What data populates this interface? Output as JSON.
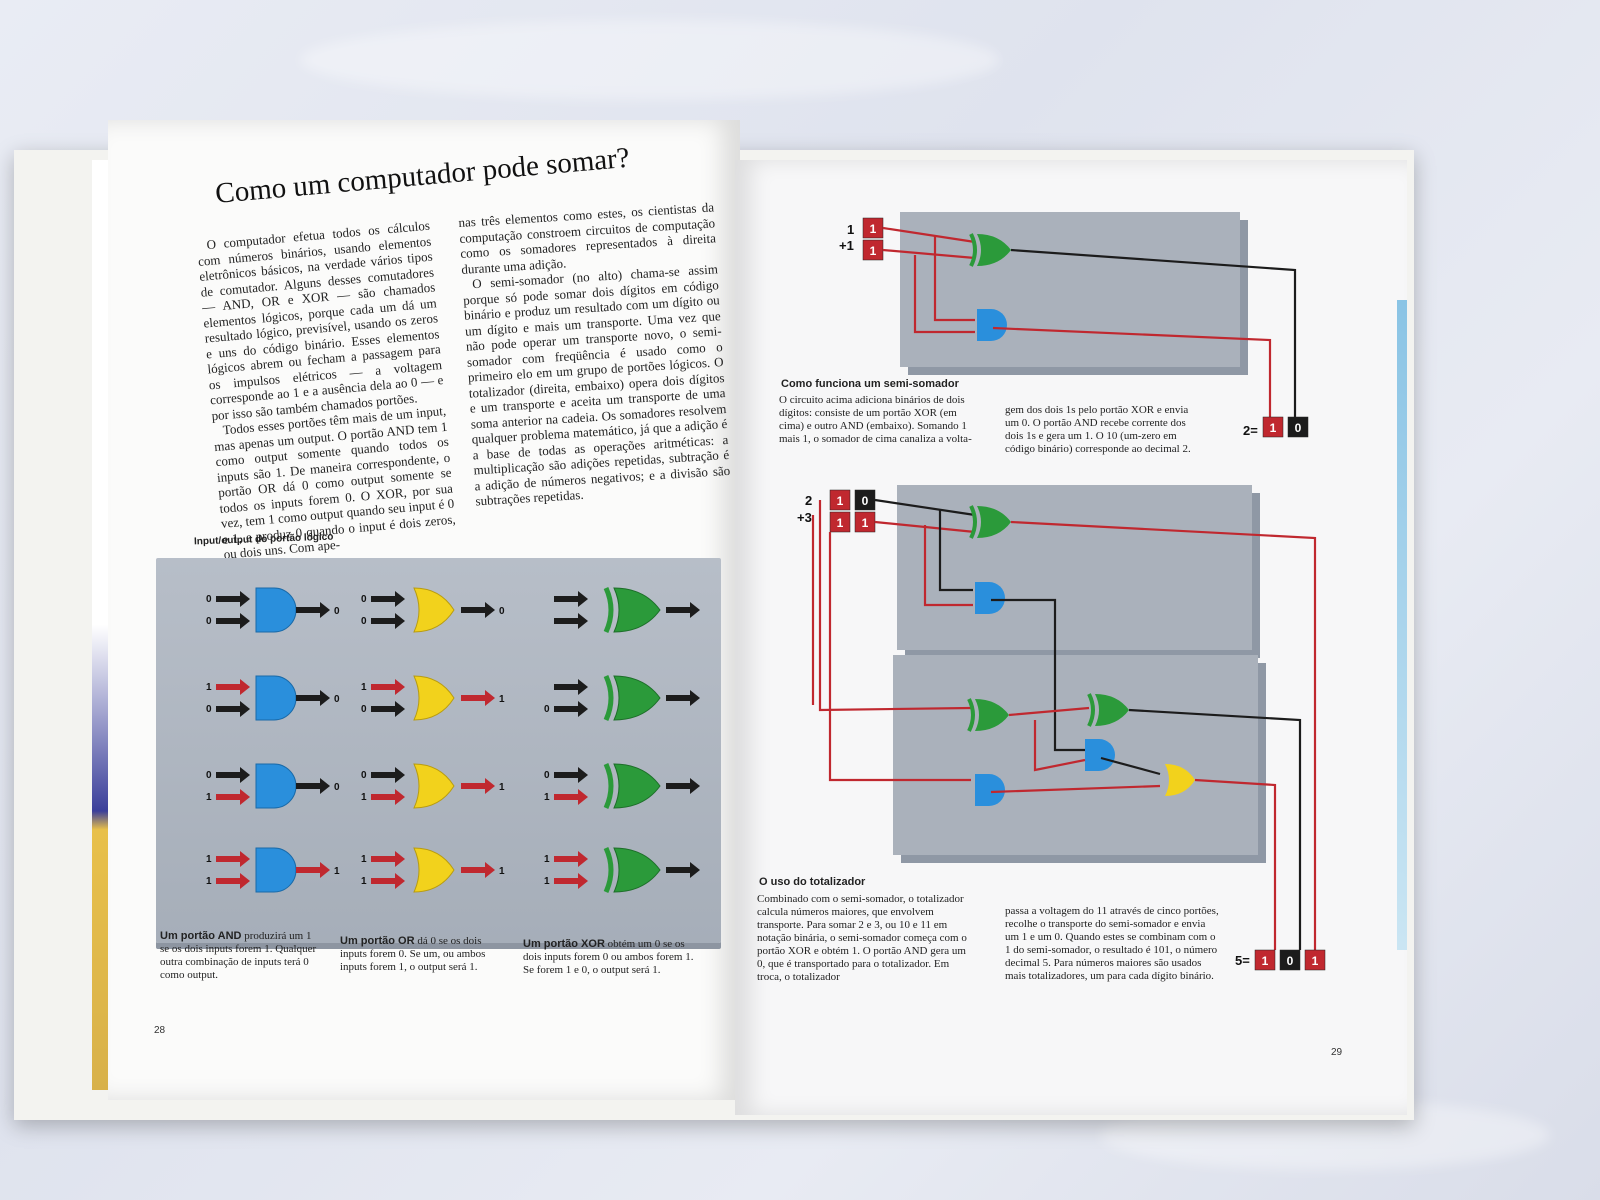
{
  "left_page": {
    "title": "Como um computador pode somar?",
    "col1": "O computador efetua todos os cálculos com números binários, usando elementos eletrônicos básicos, na verdade vários tipos de comutador. Alguns desses comutadores — AND, OR e XOR — são chamados elementos lógicos, porque cada um dá um resultado lógico, previsível, usando os zeros e uns do código binário. Esses elementos lógicos abrem ou fecham a passagem para os impulsos elétricos — a voltagem corresponde ao 1 e a ausência dela ao 0 — e por isso são também chamados portões.",
    "col1b": "Todos esses portões têm mais de um input, mas apenas um output. O portão AND tem 1 como output somente quando todos os inputs são 1. De maneira correspondente, o portão OR dá 0 como output somente se todos os inputs forem 0. O XOR, por sua vez, tem 1 como output quando seu input é 0 e 1, e produz 0 quando o input é dois zeros, ou dois uns. Com ape-",
    "col2": "nas três elementos como estes, os cientistas da computação constroem circuitos de computação como os somadores representados à direita durante uma adição.",
    "col2b": "O semi-somador (no alto) chama-se assim porque só pode somar dois dígitos em código binário e produz um resultado com um dígito ou um dígito e mais um transporte. Uma vez que não pode operar um transporte novo, o semi-somador com freqüência é usado como o primeiro elo em um grupo de portões lógicos. O totalizador (direita, embaixo) opera dois dígitos e um transporte e aceita um transporte de uma soma anterior na cadeia. Os somadores resolvem qualquer problema matemático, já que a adição é a base de todas as operações aritméticas: a multiplicação são adições repetidas, subtração é a adição de números negativos; e a divisão são subtrações repetidas.",
    "diagram_title": "Input/output do portão lógico",
    "caption_and_bold": "Um portão AND",
    "caption_and": " produzirá um 1 se os dois inputs forem 1. Qualquer outra combinação de inputs terá 0 como output.",
    "caption_or_bold": "Um portão OR",
    "caption_or": " dá 0 se os dois inputs forem 0. Se um, ou ambos inputs forem 1, o output será 1.",
    "caption_xor_bold": "Um portão XOR",
    "caption_xor": " obtém um 0 se os dois inputs forem 0 ou ambos forem 1. Se forem 1 e 0, o output será 1.",
    "page_number": "28"
  },
  "gate_table": [
    {
      "and": [
        "0",
        "0",
        "0"
      ],
      "or": [
        "0",
        "0",
        "0"
      ],
      "xor": [
        "",
        "",
        ""
      ]
    },
    {
      "and": [
        "1",
        "0",
        "0"
      ],
      "or": [
        "1",
        "0",
        "1"
      ],
      "xor": [
        "",
        "0",
        ""
      ]
    },
    {
      "and": [
        "0",
        "1",
        "0"
      ],
      "or": [
        "0",
        "1",
        "1"
      ],
      "xor": [
        "0",
        "1",
        ""
      ]
    },
    {
      "and": [
        "1",
        "1",
        "1"
      ],
      "or": [
        "1",
        "1",
        "1"
      ],
      "xor": [
        "1",
        "1",
        ""
      ]
    }
  ],
  "right_page": {
    "half_adder_title": "Como funciona um semi-somador",
    "half_adder_text1": "O circuito acima adiciona binários de dois dígitos: consiste de um portão XOR (em cima) e outro AND (embaixo). Somando 1 mais 1, o somador de cima canaliza a volta-",
    "half_adder_text2": "gem dos dois 1s pelo portão XOR e envia um 0. O portão AND recebe corrente dos dois 1s e gera um 1. O 10 (um-zero em código binário) corresponde ao decimal 2.",
    "half_adder_inputs": [
      "1",
      "+1"
    ],
    "half_adder_result_label": "2=",
    "half_adder_result_digits": [
      "1",
      "0"
    ],
    "full_adder_inputs": [
      "2",
      "+3"
    ],
    "full_adder_bits_top": [
      "1",
      "0"
    ],
    "full_adder_bits_bottom": [
      "1",
      "1"
    ],
    "full_adder_title": "O uso do totalizador",
    "full_adder_text1": "Combinado com o semi-somador, o totalizador calcula números maiores, que envolvem transporte. Para somar 2 e 3, ou 10 e 11 em notação binária, o semi-somador começa com o portão XOR e obtém 1. O portão AND gera um 0, que é transportado para o totalizador. Em troca, o totalizador",
    "full_adder_text2": "passa a voltagem do 11 através de cinco portões, recolhe o transporte do semi-somador e envia um 1 e um 0. Quando estes se combinam com o 1 do semi-somador, o resultado é 101, o número decimal 5. Para números maiores são usados mais totalizadores, um para cada dígito binário.",
    "full_adder_result_label": "5=",
    "full_adder_result_digits": [
      "1",
      "0",
      "1"
    ],
    "page_number": "29"
  },
  "colors": {
    "and_gate": "#2a8fdc",
    "or_gate": "#f2d21c",
    "xor_gate": "#2b9a3a",
    "red_wire": "#c0282f",
    "black_wire": "#1c1c1c",
    "panel": "#aab1bb"
  }
}
